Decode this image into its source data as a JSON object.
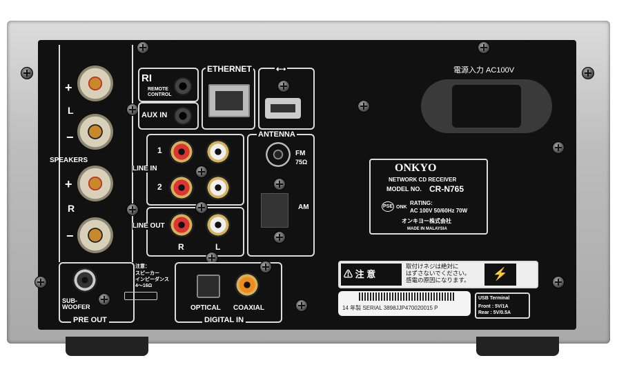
{
  "device": {
    "brand": "ONKYO",
    "type": "NETWORK CD RECEIVER",
    "model_label": "MODEL NO.",
    "model": "CR-N765"
  },
  "speakers": {
    "label": "SPEAKERS",
    "left": "L",
    "right": "R",
    "plus": "+",
    "minus": "−"
  },
  "ri": {
    "logo": "RI",
    "label": "REMOTE CONTROL"
  },
  "aux": {
    "label": "AUX IN"
  },
  "ethernet": {
    "label": "ETHERNET"
  },
  "usb": {
    "icon": "⭠⬩"
  },
  "line_in": {
    "label": "LINE IN",
    "ch1": "1",
    "ch2": "2"
  },
  "line_out": {
    "label": "LINE OUT",
    "r": "R",
    "l": "L"
  },
  "antenna": {
    "label": "ANTENNA",
    "fm": "FM",
    "fm_imp": "75Ω",
    "am": "AM"
  },
  "power": {
    "label": "電源入力 AC100V"
  },
  "rating": {
    "pse": "PSE",
    "onk": "ONK",
    "title": "RATING:",
    "value": "AC 100V 50/60Hz  70W",
    "company": "オンキヨー株式会社",
    "made": "MADE IN MALAYSIA"
  },
  "caution": {
    "title": "注 意",
    "text": [
      "取付けネジは絶対に",
      "はずさないでください。",
      "感電の原因になります。"
    ]
  },
  "serial": {
    "year": "14",
    "year_suffix": "年製",
    "label": "SERIAL",
    "number": "3898JJP470020015 P"
  },
  "usb_terminal": {
    "title": "USB Terminal",
    "front": "Front : 5V/1A",
    "rear": "Rear  : 5V/0.5A"
  },
  "impedance": {
    "caution": "注意：",
    "line1": "スピーカー",
    "line2": "インピーダンス",
    "value": "4〜16Ω"
  },
  "pre_out": {
    "label": "PRE OUT",
    "sub": "SUB-",
    "woofer": "WOOFER"
  },
  "digital_in": {
    "label": "DIGITAL IN",
    "optical": "OPTICAL",
    "coaxial": "COAXIAL"
  }
}
